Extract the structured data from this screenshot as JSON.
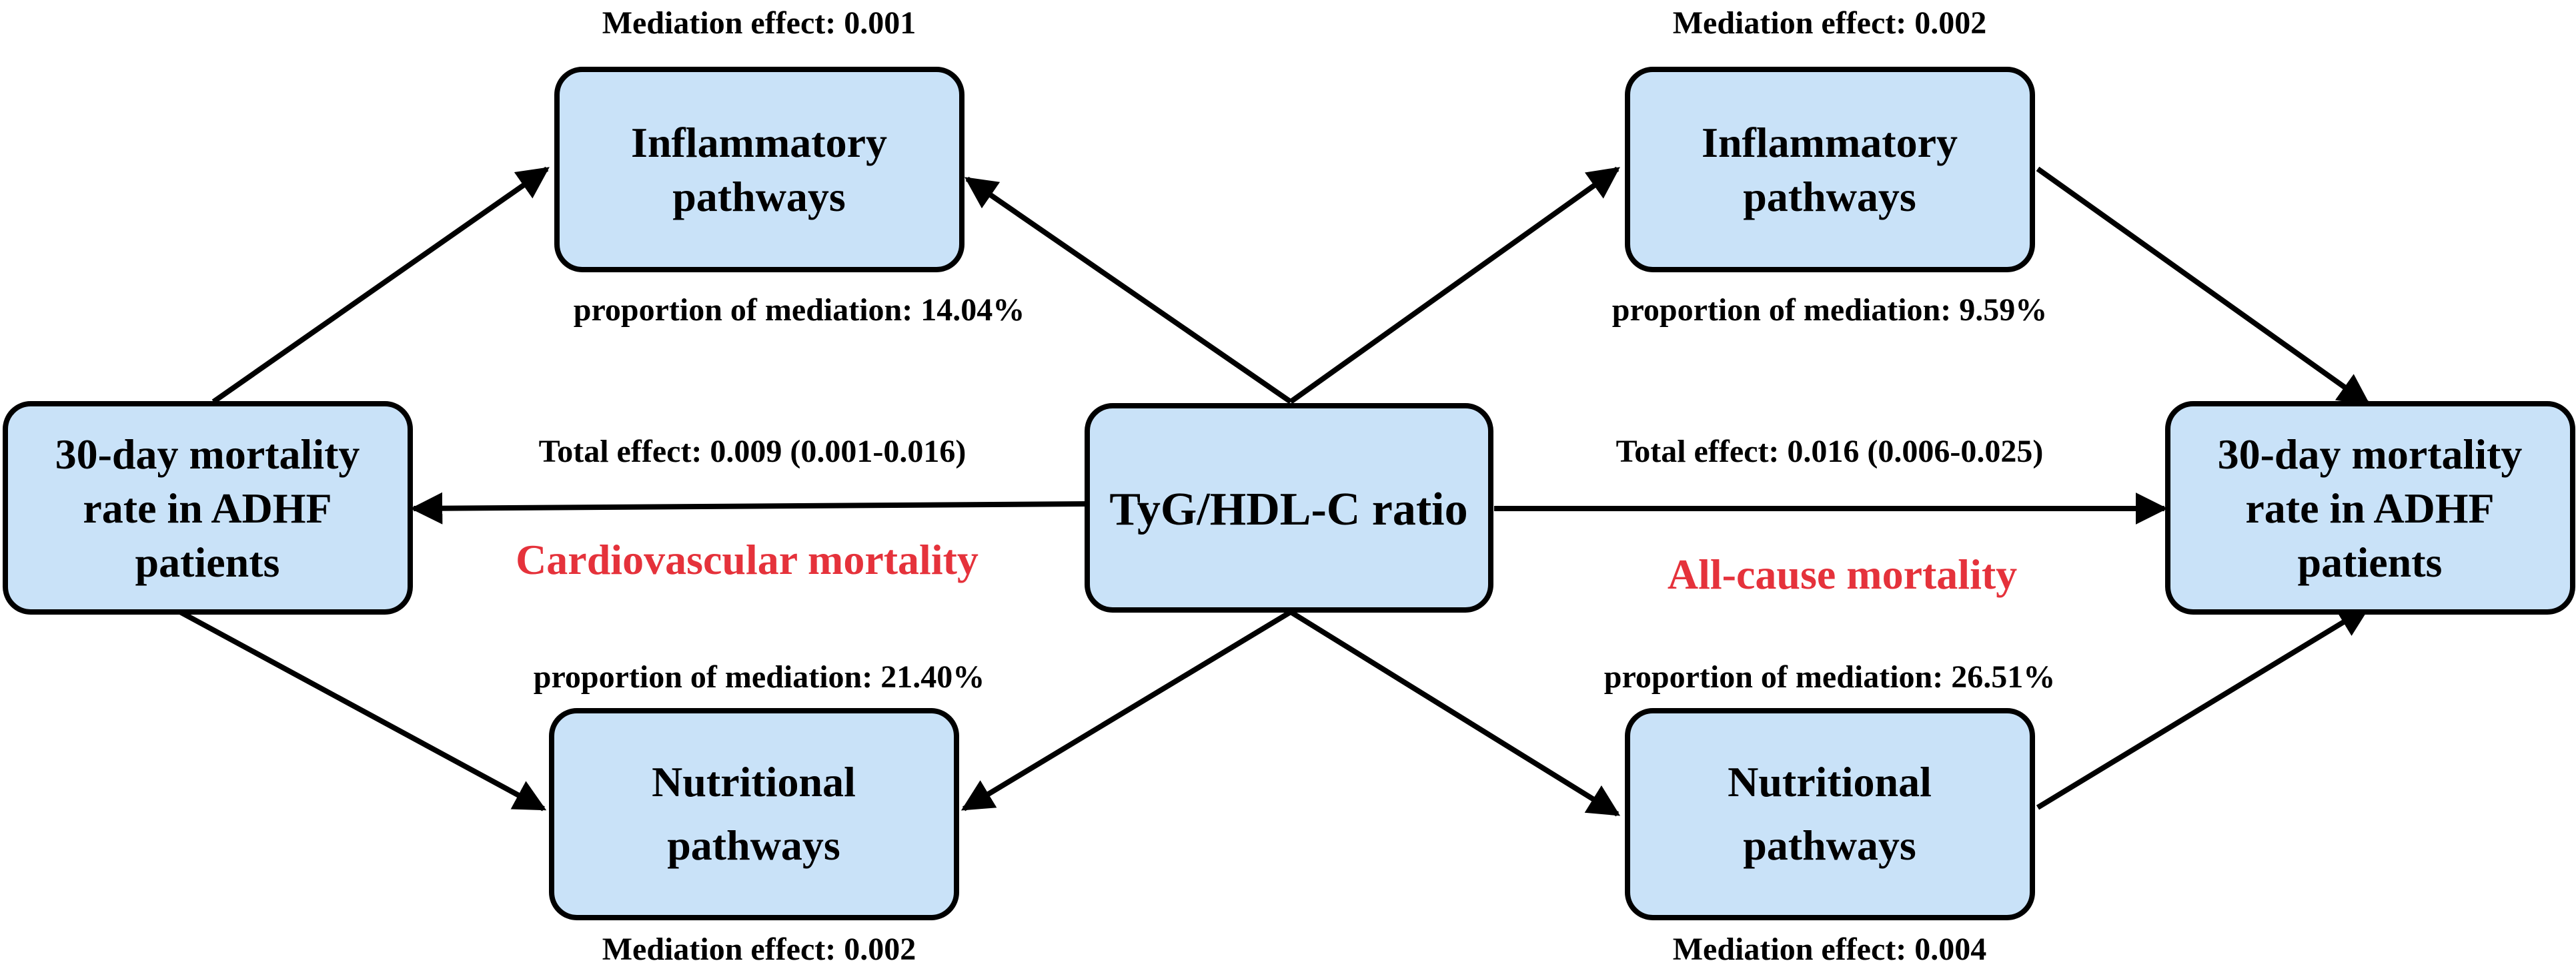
{
  "colors": {
    "box_fill": "#c9e2f8",
    "stroke": "#000000",
    "outcome_label": "#e5323b"
  },
  "center": {
    "label": "TyG/HDL-C ratio"
  },
  "left": {
    "outcome_label": "Cardiovascular mortality",
    "endpoint": [
      "30-day mortality",
      "rate in ADHF",
      "patients"
    ],
    "total_effect": "Total effect: 0.009 (0.001-0.016)",
    "inflammatory": {
      "lines": [
        "Inflammatory",
        "pathways"
      ],
      "mediation_effect": "Mediation effect: 0.001",
      "proportion": "proportion of mediation: 14.04%"
    },
    "nutritional": {
      "lines": [
        "Nutritional",
        "pathways"
      ],
      "mediation_effect": "Mediation effect: 0.002",
      "proportion": "proportion of mediation: 21.40%"
    }
  },
  "right": {
    "outcome_label": "All-cause mortality",
    "endpoint": [
      "30-day mortality",
      "rate in ADHF",
      "patients"
    ],
    "total_effect": "Total effect: 0.016 (0.006-0.025)",
    "inflammatory": {
      "lines": [
        "Inflammatory",
        "pathways"
      ],
      "mediation_effect": "Mediation effect: 0.002",
      "proportion": "proportion of mediation: 9.59%"
    },
    "nutritional": {
      "lines": [
        "Nutritional",
        "pathways"
      ],
      "mediation_effect": "Mediation effect: 0.004",
      "proportion": "proportion of mediation: 26.51%"
    }
  }
}
